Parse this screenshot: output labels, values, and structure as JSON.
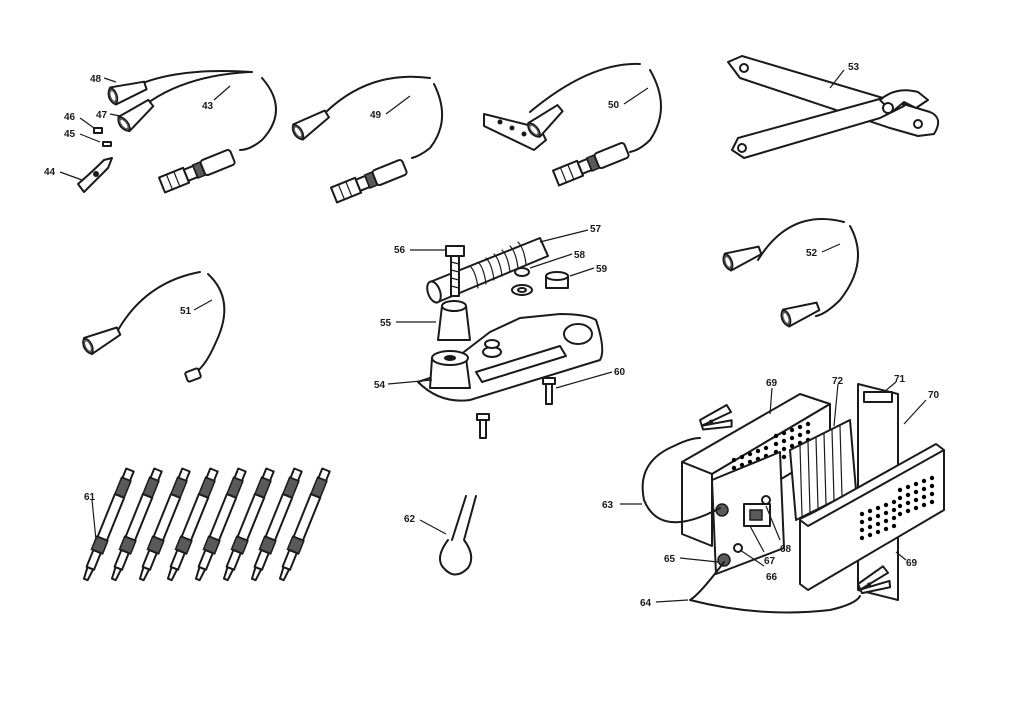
{
  "parts": [
    {
      "id": "p43",
      "label": "43",
      "name": "cable-with-two-boots-and-plug"
    },
    {
      "id": "p44",
      "label": "44",
      "name": "spring-clip"
    },
    {
      "id": "p45",
      "label": "45",
      "name": "small-pin"
    },
    {
      "id": "p46",
      "label": "46",
      "name": "small-sleeve"
    },
    {
      "id": "p47",
      "label": "47",
      "name": "boot"
    },
    {
      "id": "p48",
      "label": "48",
      "name": "boot"
    },
    {
      "id": "p49",
      "label": "49",
      "name": "cable-with-boot-and-plug"
    },
    {
      "id": "p50",
      "label": "50",
      "name": "cable-with-bracket-and-plug"
    },
    {
      "id": "p51",
      "label": "51",
      "name": "lead-with-boot"
    },
    {
      "id": "p52",
      "label": "52",
      "name": "lead-with-two-boots"
    },
    {
      "id": "p53",
      "label": "53",
      "name": "wrench-tool"
    },
    {
      "id": "p54",
      "label": "54",
      "name": "base-plate"
    },
    {
      "id": "p55",
      "label": "55",
      "name": "insulator"
    },
    {
      "id": "p56",
      "label": "56",
      "name": "bolt"
    },
    {
      "id": "p57",
      "label": "57",
      "name": "threaded-coil-body"
    },
    {
      "id": "p58",
      "label": "58",
      "name": "washer"
    },
    {
      "id": "p59",
      "label": "59",
      "name": "knurled-nut"
    },
    {
      "id": "p60",
      "label": "60",
      "name": "screw"
    },
    {
      "id": "p61",
      "label": "61",
      "name": "probe-adapters"
    },
    {
      "id": "p62",
      "label": "62",
      "name": "hairpin-clip"
    },
    {
      "id": "p63",
      "label": "63",
      "name": "clip-lead"
    },
    {
      "id": "p64",
      "label": "64",
      "name": "clip-lead"
    },
    {
      "id": "p65",
      "label": "65",
      "name": "terminal"
    },
    {
      "id": "p66",
      "label": "66",
      "name": "terminal"
    },
    {
      "id": "p67",
      "label": "67",
      "name": "terminal"
    },
    {
      "id": "p68",
      "label": "68",
      "name": "switch"
    },
    {
      "id": "p69",
      "label": "69",
      "name": "perforated-cover"
    },
    {
      "id": "p70",
      "label": "70",
      "name": "case"
    },
    {
      "id": "p71",
      "label": "71",
      "name": "end-panel"
    },
    {
      "id": "p72",
      "label": "72",
      "name": "resistor-coil"
    }
  ]
}
